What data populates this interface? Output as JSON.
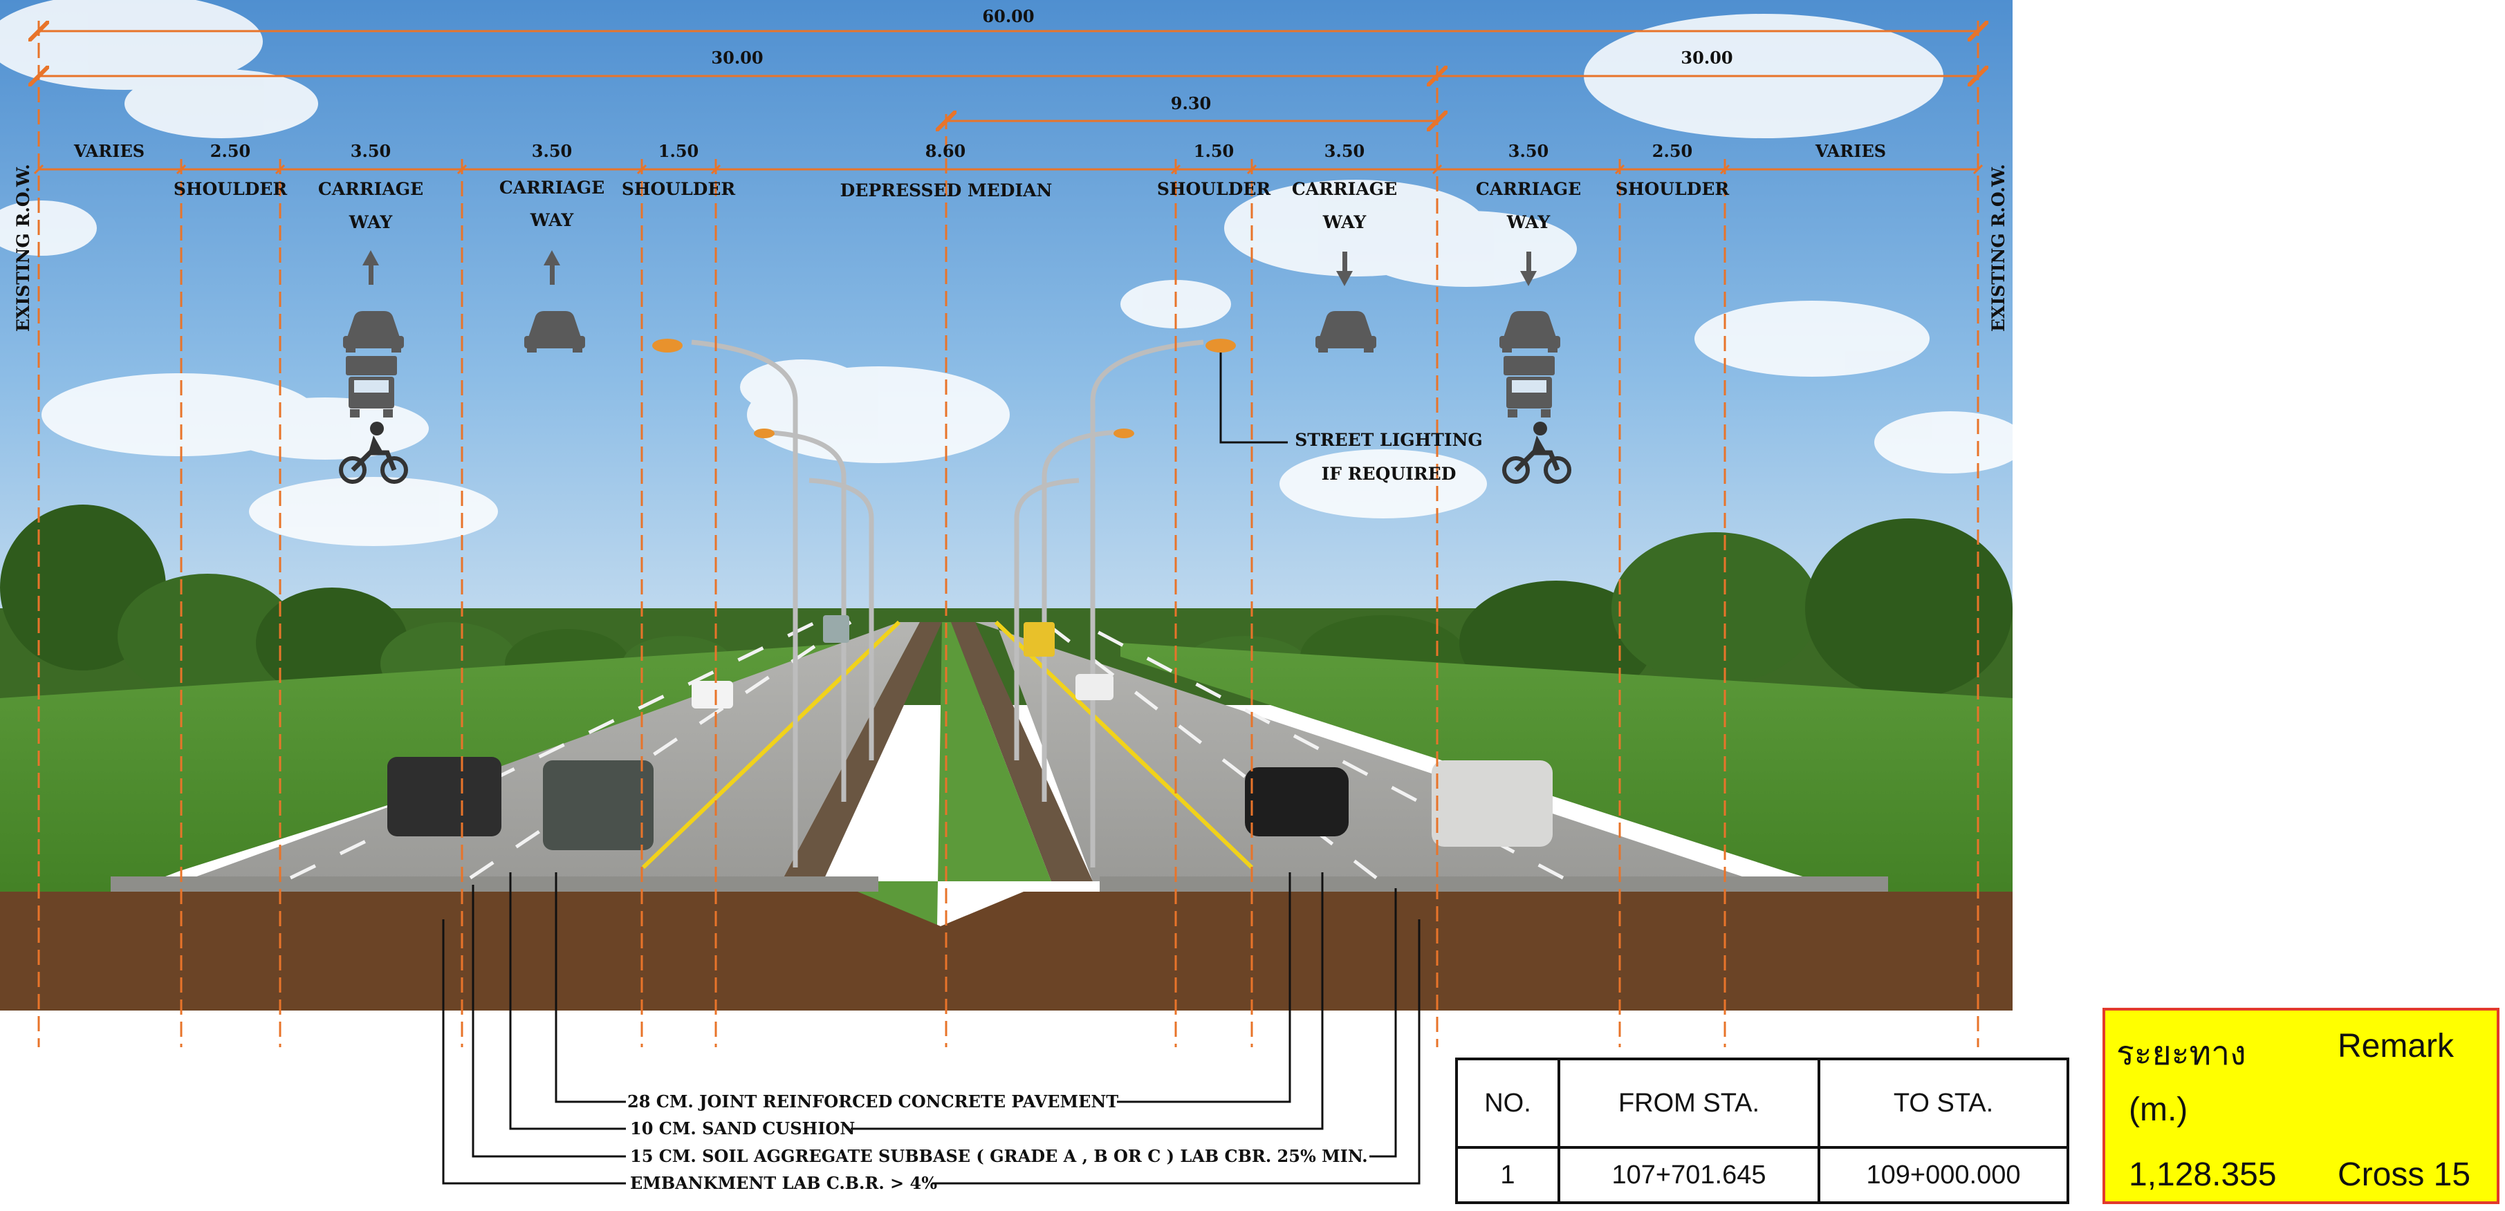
{
  "dimensions": {
    "total": "60.00",
    "left_half": "30.00",
    "right_half": "30.00",
    "median_span": "9.30",
    "segments": [
      "VARIES",
      "2.50",
      "3.50",
      "3.50",
      "1.50",
      "8.60",
      "1.50",
      "3.50",
      "3.50",
      "2.50",
      "VARIES"
    ]
  },
  "row_labels": {
    "left": "EXISTING R.O.W.",
    "right": "EXISTING R.O.W."
  },
  "lane_labels": {
    "shoulder": "SHOULDER",
    "carriage": "CARRIAGE",
    "way": "WAY",
    "median": "DEPRESSED MEDIAN"
  },
  "street_lighting": {
    "line1": "STREET LIGHTING",
    "line2": "IF REQUIRED"
  },
  "layers": [
    "28 CM. JOINT REINFORCED CONCRETE PAVEMENT",
    "10 CM. SAND CUSHION",
    "15 CM. SOIL AGGREGATE SUBBASE ( GRADE A , B OR C ) LAB CBR. 25% MIN.",
    "EMBANKMENT LAB C.B.R. > 4%"
  ],
  "station_table": {
    "headers": [
      "NO.",
      "FROM  STA.",
      "TO  STA."
    ],
    "row": [
      "1",
      "107+701.645",
      "109+000.000"
    ]
  },
  "remark_box": {
    "distance_label": "ระยะทาง",
    "unit": "(m.)",
    "remark_label": "Remark",
    "distance_value": "1,128.355",
    "remark_value": "Cross 15"
  },
  "colors": {
    "dimension_line": "#e8742a",
    "remark_bg": "#ffff00",
    "remark_border": "#e23a2b"
  },
  "icons": [
    "car-icon",
    "truck-icon",
    "motorcycle-icon",
    "arrow-up-icon",
    "arrow-down-icon"
  ]
}
